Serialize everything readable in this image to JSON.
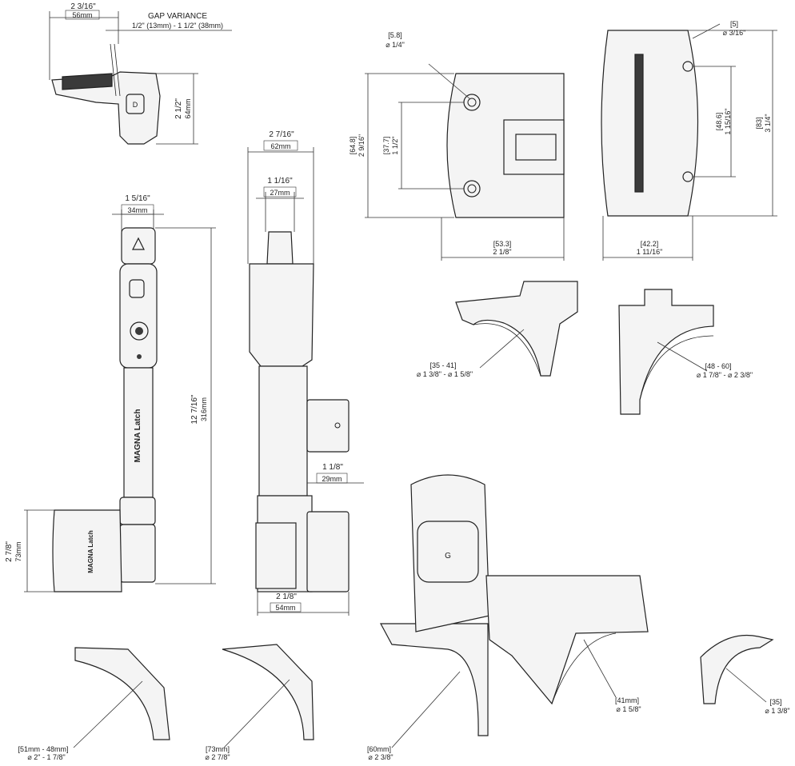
{
  "top_view": {
    "width_in": "2 3/16\"",
    "width_mm": "56mm",
    "gap_title": "GAP VARIANCE",
    "gap_range": "1/2\" (13mm) - 1 1/2\" (38mm)",
    "height_in": "2 1/2\"",
    "height_mm": "64mm"
  },
  "front_view": {
    "width_in": "1 5/16\"",
    "width_mm": "34mm",
    "height_in": "12 7/16\"",
    "height_mm": "316mm",
    "base_in": "2 7/8\"",
    "base_mm": "73mm",
    "brand_text": "MAGNA Latch",
    "brand_small": "MAGNA Latch"
  },
  "side_view": {
    "width_in": "2 7/16\"",
    "width_mm": "62mm",
    "knob_in": "1 1/16\"",
    "knob_mm": "27mm",
    "offset_in": "1 1/8\"",
    "offset_mm": "29mm",
    "base_in": "2 1/8\"",
    "base_mm": "54mm"
  },
  "bracket_a": {
    "hole_mm": "[5.8]",
    "hole_in": "⌀ 1/4\"",
    "height_mm": "[64.8]",
    "height_in": "2 9/16\"",
    "spacing_mm": "[37.7]",
    "spacing_in": "1 1/2\"",
    "width_mm": "[53.3]",
    "width_in": "2 1/8\""
  },
  "bracket_b": {
    "hole_mm": "[5]",
    "hole_in": "⌀ 3/16\"",
    "spacing_mm": "[48.6]",
    "spacing_in": "1 15/16\"",
    "height_mm": "[83]",
    "height_in": "3 1/4\"",
    "width_mm": "[42.2]",
    "width_in": "1 11/16\""
  },
  "pipe_mounts": {
    "mid_left_mm": "[35 - 41]",
    "mid_left_in": "⌀ 1 3/8\" - ⌀ 1 5/8\"",
    "mid_right_mm": "[48 - 60]",
    "mid_right_in": "⌀ 1 7/8\" - ⌀ 2 3/8\"",
    "bottom_1_mm": "[51mm - 48mm]",
    "bottom_1_in": "⌀ 2\" - 1 7/8\"",
    "bottom_2_mm": "[73mm]",
    "bottom_2_in": "⌀ 2 7/8\"",
    "bottom_3_mm": "[60mm]",
    "bottom_3_in": "⌀ 2 3/8\"",
    "bottom_4_mm": "[41mm]",
    "bottom_4_in": "⌀ 1 5/8\"",
    "bottom_5_mm": "[35]",
    "bottom_5_in": "⌀ 1 3/8\""
  },
  "colors": {
    "line": "#222222",
    "fill": "#f4f4f4",
    "dark": "#3a3a3a"
  }
}
